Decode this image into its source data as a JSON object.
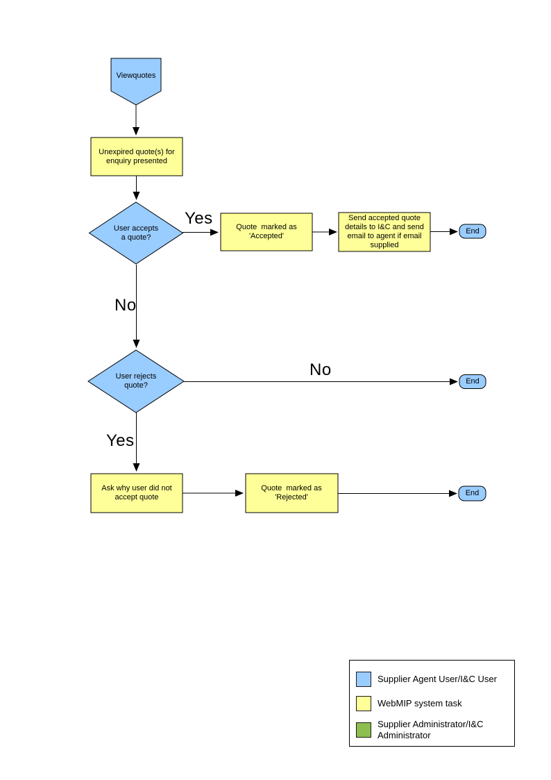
{
  "colors": {
    "actor": "#99CCFF",
    "task": "#FFFF99",
    "admin": "#8CBF4F",
    "line": "#000000"
  },
  "nodes": {
    "start": {
      "label": "Viewquotes"
    },
    "unexpired": {
      "label": "Unexpired quote(s) for enquiry presented"
    },
    "accepts_decision": {
      "label": "User accepts a quote?"
    },
    "marked_accepted": {
      "label": "Quote  marked as 'Accepted'"
    },
    "send_details": {
      "label": "Send accepted quote details to I&C and send email to agent if email supplied"
    },
    "end_accepted": {
      "label": "End"
    },
    "rejects_decision": {
      "label": "User rejects quote?"
    },
    "end_no_reject": {
      "label": "End"
    },
    "ask_why": {
      "label": "Ask why user did not accept quote"
    },
    "marked_rejected": {
      "label": "Quote  marked as 'Rejected'"
    },
    "end_rejected": {
      "label": "End"
    }
  },
  "edges": {
    "accepts_yes": "Yes",
    "accepts_no": "No",
    "rejects_no": "No",
    "rejects_yes": "Yes"
  },
  "legend": {
    "items": [
      {
        "color": "#99CCFF",
        "label": "Supplier Agent User/I&C User"
      },
      {
        "color": "#FFFF99",
        "label": "WebMIP system task"
      },
      {
        "color": "#8CBF4F",
        "label": "Supplier Administrator/I&C Administrator"
      }
    ]
  }
}
